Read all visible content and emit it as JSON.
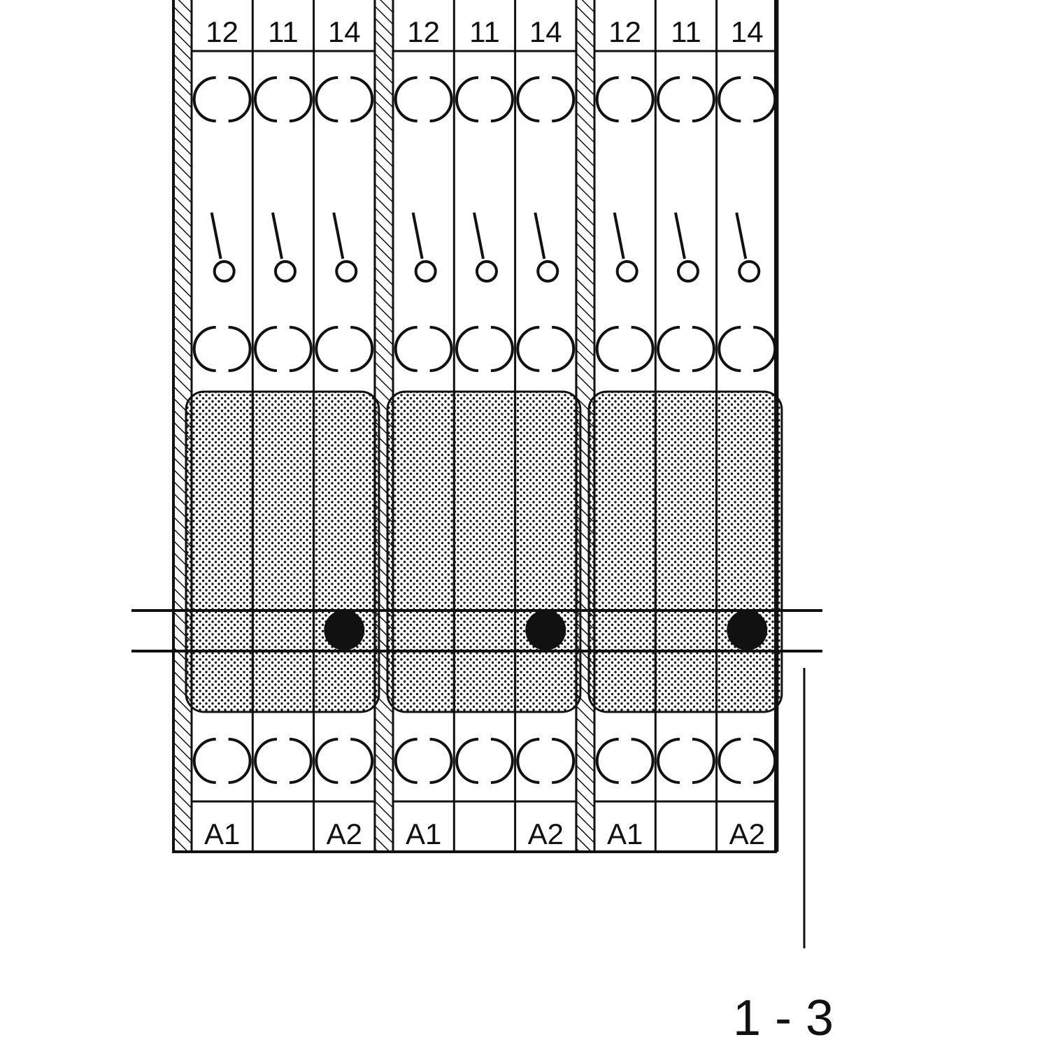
{
  "diagram": {
    "modules": [
      {
        "top_labels": [
          "12",
          "11",
          "14"
        ],
        "bottom_labels": [
          "A1",
          "",
          "A2"
        ]
      },
      {
        "top_labels": [
          "12",
          "11",
          "14"
        ],
        "bottom_labels": [
          "A1",
          "",
          "A2"
        ]
      },
      {
        "top_labels": [
          "12",
          "11",
          "14"
        ],
        "bottom_labels": [
          "A1",
          "",
          "A2"
        ]
      }
    ],
    "callout_label": "1 - 3",
    "colors": {
      "line": "#111111",
      "background": "#ffffff"
    }
  }
}
